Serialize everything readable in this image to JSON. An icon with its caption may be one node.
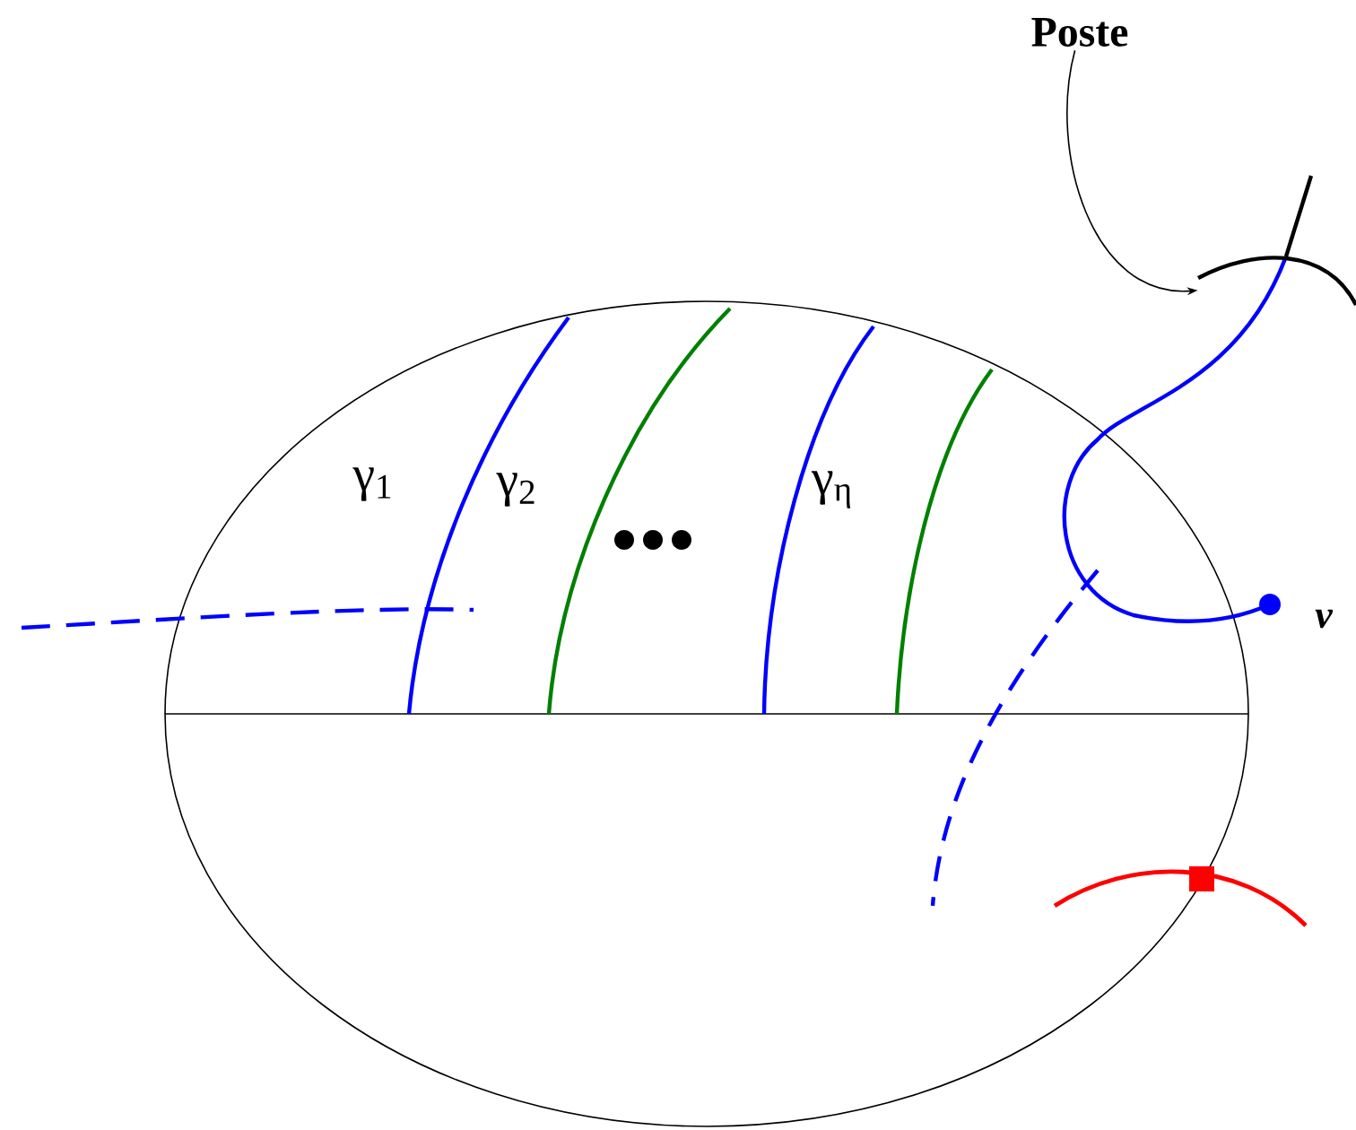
{
  "diagram": {
    "nodes": [
      {
        "text": [
          "Poste"
        ]
      },
      {
        "text": [],
        "shape": "arc"
      }
    ],
    "edges": [
      {
        "from": 0,
        "to": 1,
        "arrow": "to"
      }
    ],
    "labels": [
      "γ$_{1}$",
      "γ$_{2}$",
      "γ$_{η}$",
      "v"
    ]
  }
}
